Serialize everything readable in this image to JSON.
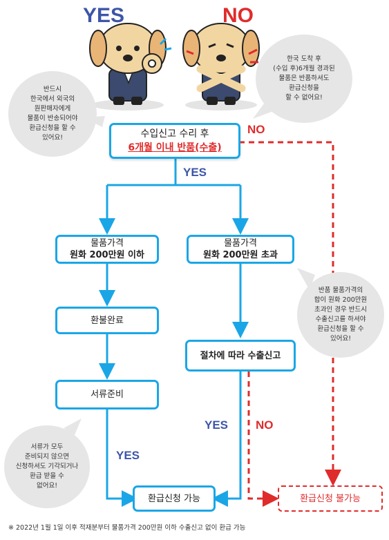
{
  "header": {
    "yes": "YES",
    "no": "NO"
  },
  "bubbles": {
    "top_left": [
      "반드시",
      "한국에서 외국의",
      "원판매자에게",
      "물품이 반송되어야",
      "환급신청을 할 수",
      "있어요!"
    ],
    "top_right": [
      "한국 도착 후",
      "(수입 후)6개월 경과된",
      "물품은 반품하셔도",
      "환급신청을",
      "할 수 없어요!"
    ],
    "middle_right": [
      "반품 물품가격의",
      "합이 원화 200만원",
      "초과인 경우 반드시",
      "수출신고를 하셔야",
      "환급신청을 할 수",
      "있어요!"
    ],
    "bottom_left": [
      "서류가 모두",
      "준비되지 않으면",
      "신청하셔도 기각되거나",
      "환급 받을 수",
      "없어요!"
    ]
  },
  "boxes": {
    "start_line1": "수입신고 수리 후",
    "start_line2": "6개월 이내 반품(수출)",
    "under_line1": "물품가격",
    "under_line2": "원화 200만원 이하",
    "over_line1": "물품가격",
    "over_line2": "원화 200만원 초과",
    "refund_done": "환불완료",
    "docs": "서류준비",
    "export": "절차에 따라 수출신고",
    "possible": "환급신청 가능",
    "impossible": "환급신청 불가능"
  },
  "labels": {
    "no_top": "NO",
    "yes_top": "YES",
    "yes_mid": "YES",
    "no_mid": "NO",
    "yes_left": "YES"
  },
  "footnote": "※ 2022년 1월 1일 이후 적재분부터 물품가격 200만원 이하 수출신고 없이 환급 가능",
  "colors": {
    "blue_line": "#1aa6e6",
    "red_dash": "#e02b2b",
    "yes_text": "#3d55a8",
    "bubble": "#e6e6e6"
  }
}
